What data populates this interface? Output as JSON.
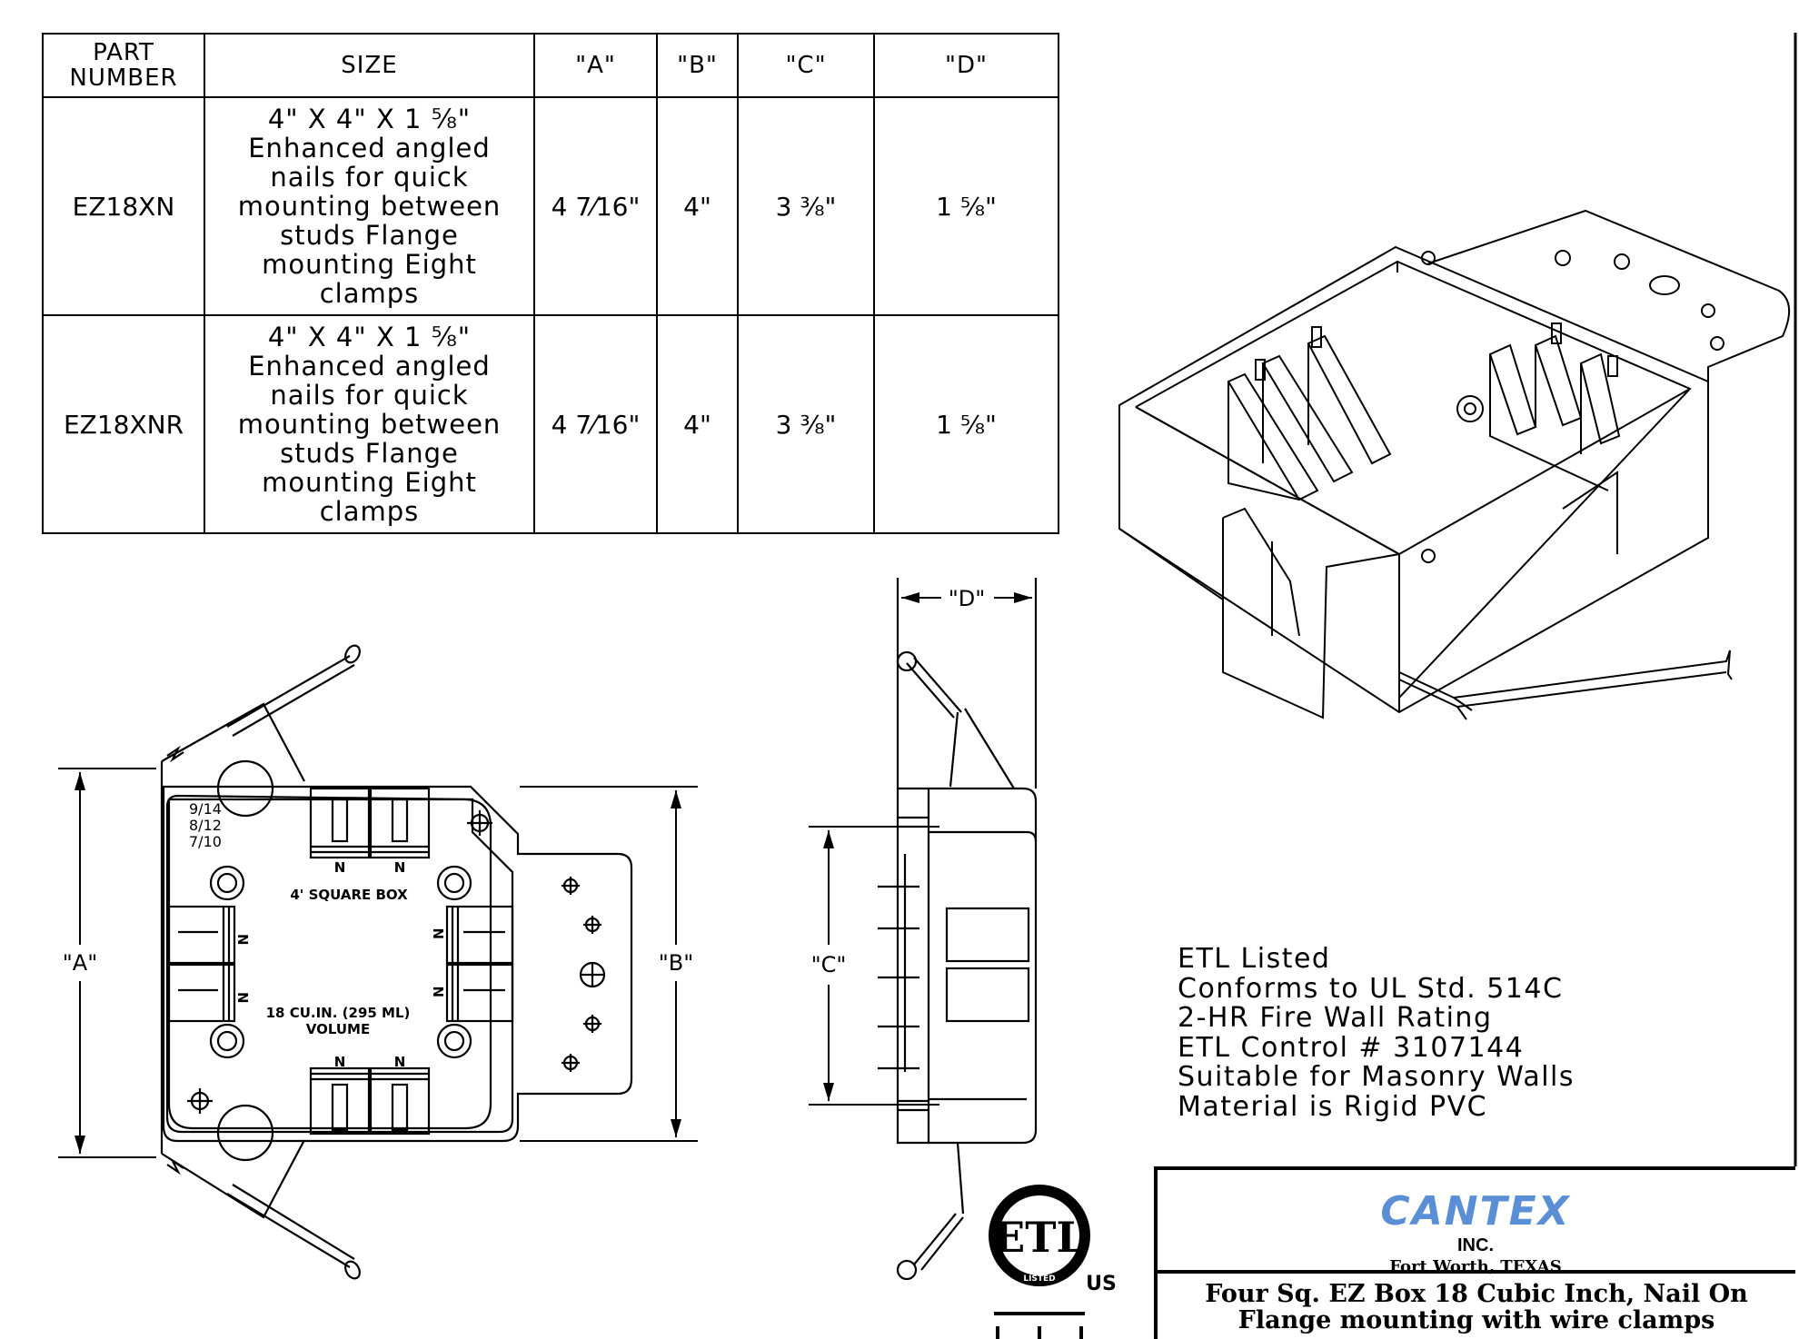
{
  "table": {
    "headers": [
      "PART NUMBER",
      "SIZE",
      "\"A\"",
      "\"B\"",
      "\"C\"",
      "\"D\""
    ],
    "rows": [
      {
        "part": "EZ18XN",
        "size": "4\" X 4\" X 1 ⅝\"\nEnhanced angled\nnails for quick\nmounting between\nstuds     Flange\nmounting Eight\nclamps",
        "a": "4 7⁄16\"",
        "b": "4\"",
        "c": "3 ⅜\"",
        "d": "1 ⅝\""
      },
      {
        "part": "EZ18XNR",
        "size": "4\" X 4\" X 1 ⅝\"\nEnhanced angled\nnails for quick\nmounting between\nstuds     Flange\nmounting Eight\nclamps",
        "a": "4 7⁄16\"",
        "b": "4\"",
        "c": "3 ⅜\"",
        "d": "1 ⅝\""
      }
    ]
  },
  "drawing": {
    "dim_a": "\"A\"",
    "dim_b": "\"B\"",
    "dim_c": "\"C\"",
    "dim_d": "\"D\"",
    "wire_sizes": [
      "9/14",
      "8/12",
      "7/10"
    ],
    "box_label": "4' SQUARE BOX",
    "volume_line1": "18 CU.IN. (295 ML)",
    "volume_line2": "VOLUME",
    "clamp_mark": "N"
  },
  "notes": [
    "ETL Listed",
    "Conforms to UL Std. 514C",
    "2-HR Fire Wall Rating",
    "ETL Control # 3107144",
    "Suitable for Masonry Walls",
    "Material is Rigid PVC"
  ],
  "etl_mark": {
    "letters": "ETL",
    "ring_text": "LISTED",
    "country": "US"
  },
  "title_block": {
    "logo": "CANTEX",
    "inc": "INC.",
    "city": "Fort Worth, TEXAS",
    "title_line1": "Four Sq. EZ Box 18 Cubic Inch, Nail On",
    "title_line2": "Flange mounting with wire clamps"
  },
  "colors": {
    "line": "#000000",
    "logo": "#5a8fd6",
    "background": "#ffffff"
  }
}
